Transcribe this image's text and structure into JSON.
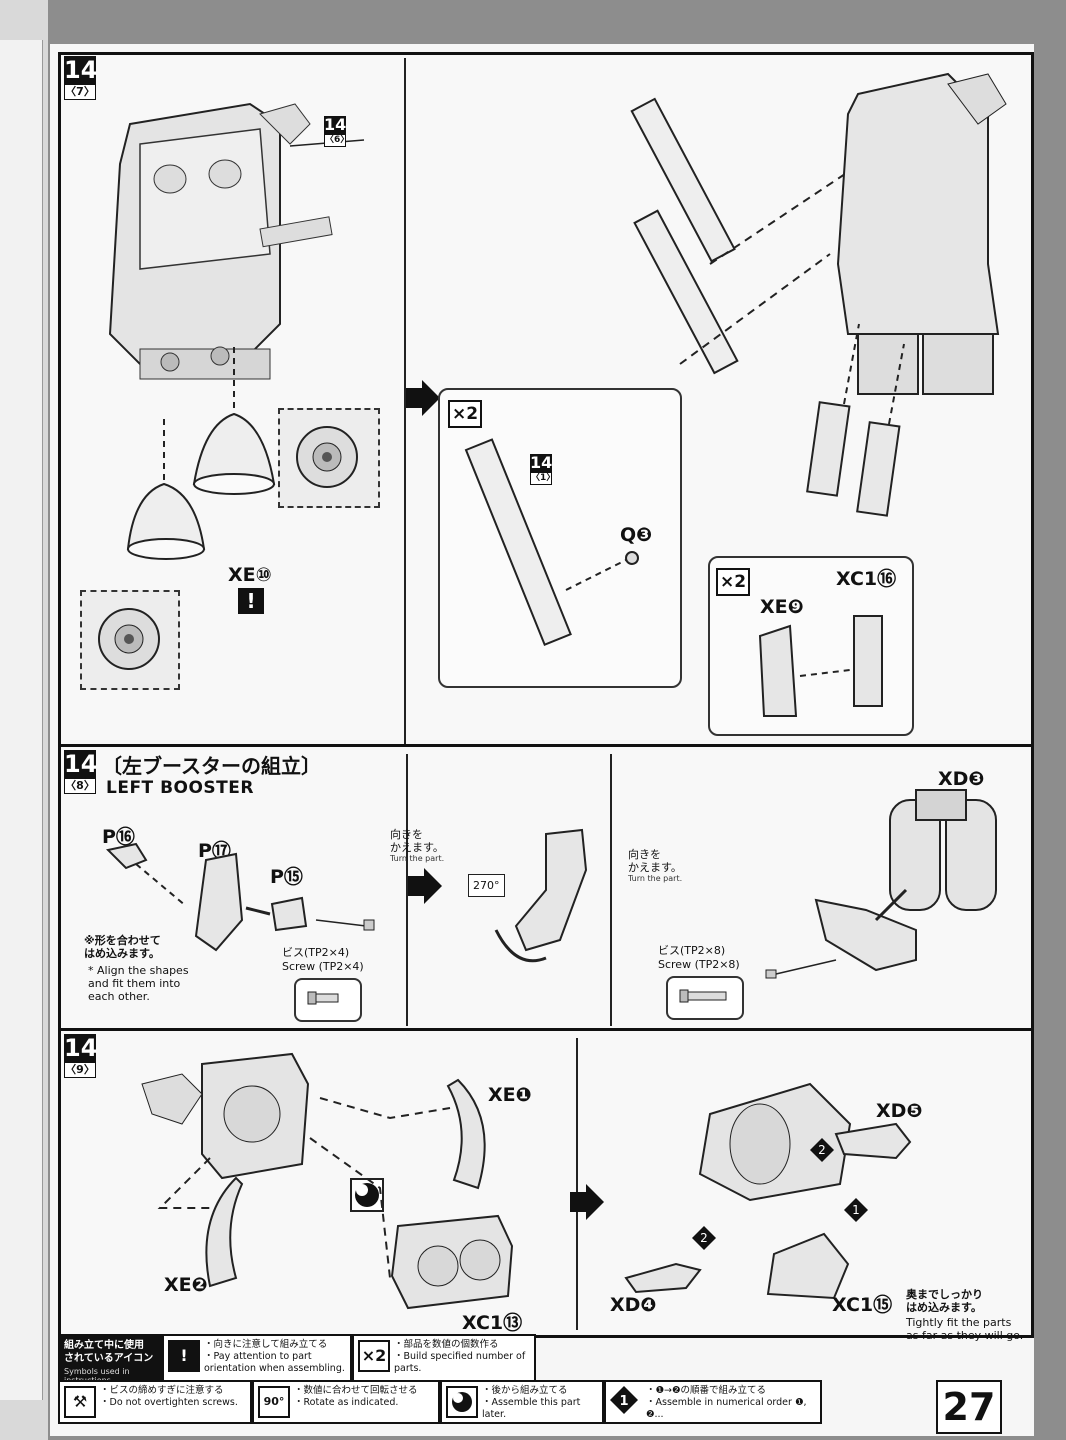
{
  "page_number": "27",
  "step14_7": {
    "step": "14",
    "sub": "〈7〉",
    "ref_badge": {
      "step": "14",
      "sub": "〈6〉"
    },
    "ref_badge_callout": {
      "step": "14",
      "sub": "〈1〉"
    },
    "multiplier_1": "×2",
    "multiplier_2": "×2",
    "parts": {
      "xe10": "XE⑩",
      "q3": "Q❸",
      "xc16": "XC1⑯",
      "xe9": "XE❾"
    },
    "warning_icon": "!"
  },
  "step14_8": {
    "step": "14",
    "sub": "〈8〉",
    "title_jp": "〔左ブースターの組立〕",
    "title_en": "LEFT BOOSTER",
    "parts": {
      "p16": "P⑯",
      "p17": "P⑰",
      "p15": "P⑮",
      "xd3": "XD❸"
    },
    "note_jp": "※形を合わせて\nはめ込みます。",
    "note_en": "* Align the shapes\nand fit them into\neach other.",
    "screw1_jp": "ビス(TP2×4)",
    "screw1_en": "Screw (TP2×4)",
    "screw2_jp": "ビス(TP2×8)",
    "screw2_en": "Screw (TP2×8)",
    "turn1_jp": "向きを\nかえます。",
    "turn1_en": "Turn the part.",
    "turn2_jp": "向きを\nかえます。",
    "turn2_en": "Turn the part.",
    "rotate_deg": "270°"
  },
  "step14_9": {
    "step": "14",
    "sub": "〈9〉",
    "parts": {
      "xe1": "XE❶",
      "xe2": "XE❷",
      "xc13": "XC1⑬",
      "xd5": "XD❺",
      "xd4": "XD❹",
      "xc15": "XC1⑮"
    },
    "note_jp": "奥までしっかり\nはめ込みます。",
    "note_en": "Tightly fit the parts\nas far as they will go.",
    "order_1": "1",
    "order_2": "2"
  },
  "legend": {
    "heading_jp": "組み立て中に使用\nされているアイコン",
    "heading_en": "Symbols used in instructions",
    "items": [
      {
        "icon": "!",
        "jp": "・向きに注意して組み立てる",
        "en": "・Pay attention to part orientation when assembling."
      },
      {
        "icon": "×2",
        "jp": "・部品を数値の個数作る",
        "en": "・Build specified number of parts."
      },
      {
        "icon": "screw",
        "jp": "・ビスの締めすぎに注意する",
        "en": "・Do not overtighten screws."
      },
      {
        "icon": "90°",
        "jp": "・数値に合わせて回転させる",
        "en": "・Rotate as indicated."
      },
      {
        "icon": "later",
        "jp": "・後から組み立てる",
        "en": "・Assemble this part later."
      },
      {
        "icon": "1",
        "jp": "・❶→❷の順番で組み立てる",
        "en": "・Assemble in numerical order ❶, ❷..."
      }
    ]
  }
}
